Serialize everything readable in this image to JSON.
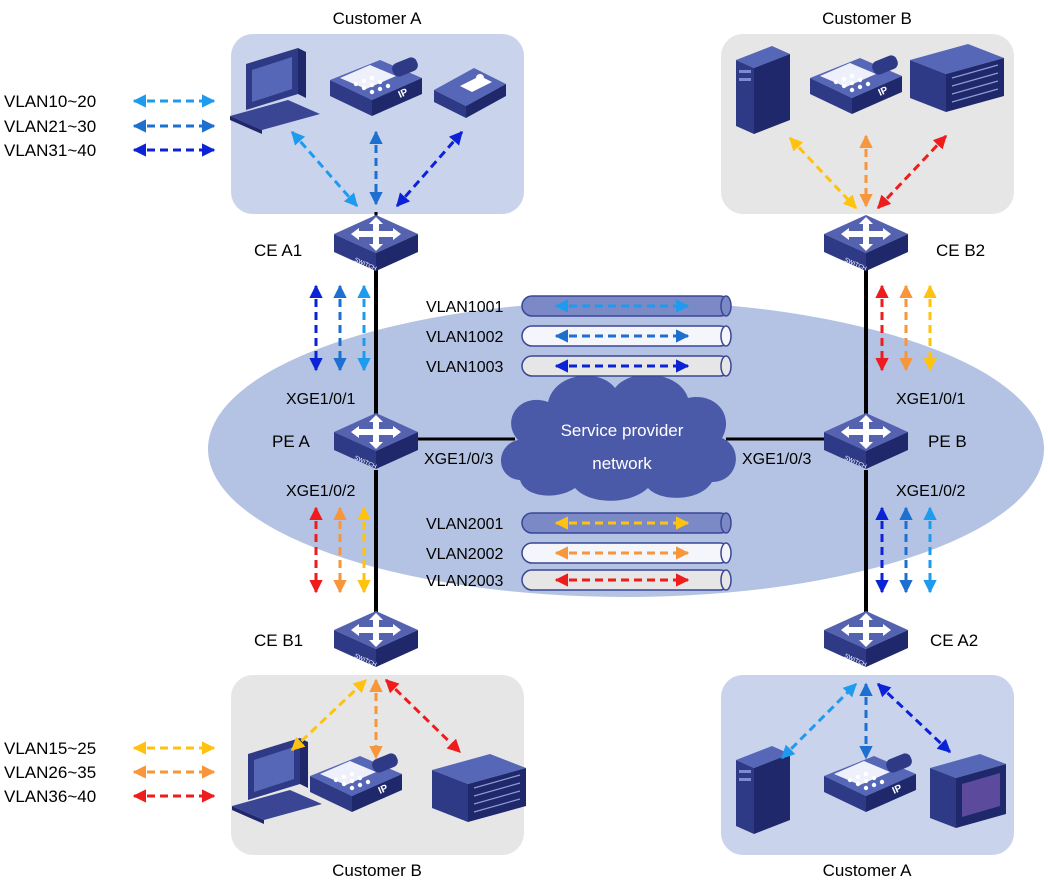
{
  "colors": {
    "cust_a_bg": "#c9d3ec",
    "cust_b_bg": "#e6e6e6",
    "sp_ellipse": "#b4c3e3",
    "cloud": "#4a5aa8",
    "device": "#3a4694",
    "device_dark": "#242c6b",
    "vlan_a1": "#1e9bef",
    "vlan_a2": "#1d6fd0",
    "vlan_a3": "#0c22d6",
    "vlan_b1": "#ffc20e",
    "vlan_b2": "#f7963a",
    "vlan_b3": "#ee1c1c",
    "tunnel_1": "#7b89c6",
    "tunnel_2": "#f4f6fc",
    "tunnel_3": "#e6e6e6"
  },
  "sites": {
    "top_left": "Customer A",
    "top_right": "Customer B",
    "bottom_left": "Customer B",
    "bottom_right": "Customer A"
  },
  "devices": {
    "ce_a1": "CE A1",
    "ce_b2": "CE B2",
    "pe_a": "PE A",
    "pe_b": "PE B",
    "ce_b1": "CE B1",
    "ce_a2": "CE A2",
    "switch_tag": "SWITCH"
  },
  "ports": {
    "pe_a_up": "XGE1/0/1",
    "pe_a_down": "XGE1/0/2",
    "pe_a_core": "XGE1/0/3",
    "pe_b_up": "XGE1/0/1",
    "pe_b_down": "XGE1/0/2",
    "pe_b_core": "XGE1/0/3"
  },
  "cloud_label": [
    "Service provider",
    "network"
  ],
  "legend_a": [
    "VLAN10~20",
    "VLAN21~30",
    "VLAN31~40"
  ],
  "legend_b": [
    "VLAN15~25",
    "VLAN26~35",
    "VLAN36~40"
  ],
  "tunnels_top": [
    "VLAN1001",
    "VLAN1002",
    "VLAN1003"
  ],
  "tunnels_bottom": [
    "VLAN2001",
    "VLAN2002",
    "VLAN2003"
  ],
  "ip_tag": "IP"
}
